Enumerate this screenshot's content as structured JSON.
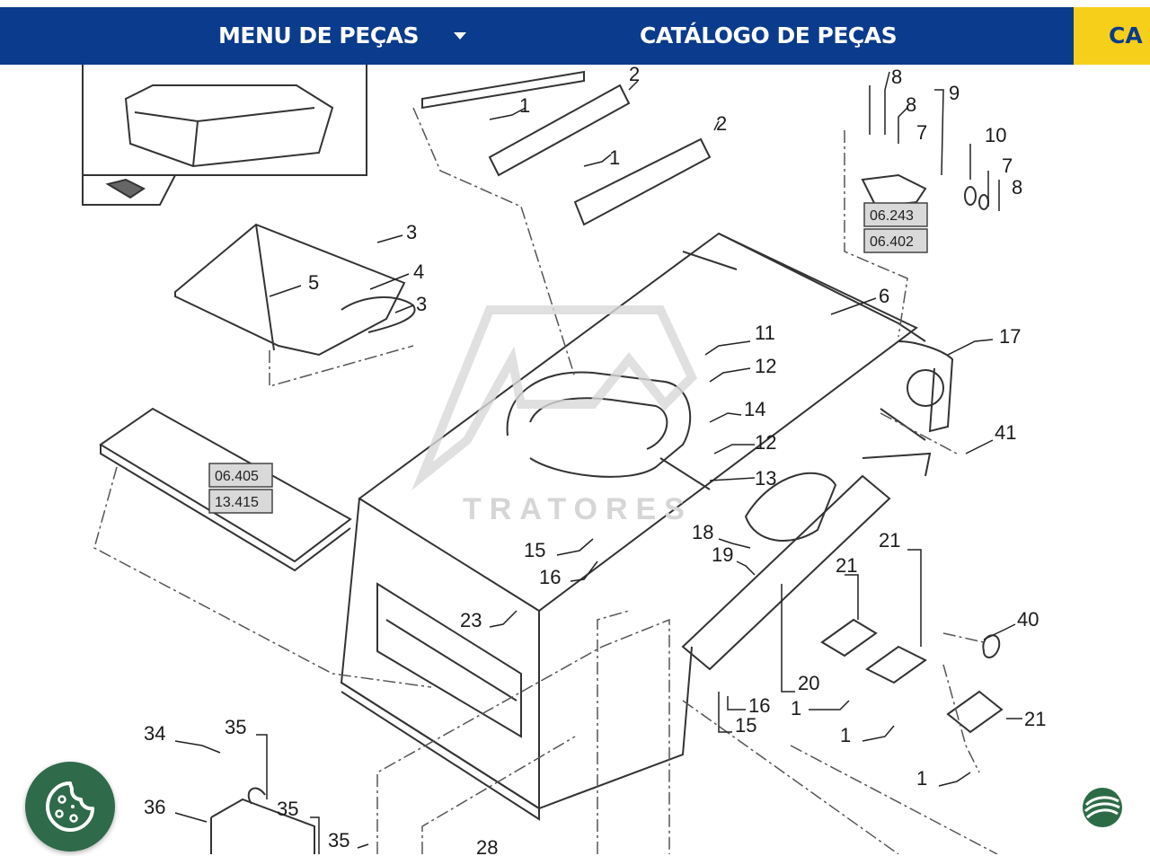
{
  "nav": {
    "menu_label": "MENU DE PEÇAS",
    "catalog_label": "CATÁLOGO DE PEÇAS",
    "cut_label": "CA",
    "caret_icon": "caret-down-icon"
  },
  "colors": {
    "nav_bg": "#0a3b8c",
    "accent_yellow": "#f6cf1a",
    "cookie_green": "#2f6a4a",
    "brand_green": "#2d6b47"
  },
  "diagram": {
    "part_labels": {
      "p1a": "1",
      "p1b": "1",
      "p2a": "2",
      "p2b": "2",
      "p3a": "3",
      "p3b": "3",
      "p4": "4",
      "p5": "5",
      "p6": "6",
      "p7a": "7",
      "p7b": "7",
      "p8a": "8",
      "p8b": "8",
      "p8c": "8",
      "p9": "9",
      "p10": "10",
      "p11": "11",
      "p12a": "12",
      "p12b": "12",
      "p13": "13",
      "p14": "14",
      "p15a": "15",
      "p15b": "15",
      "p16a": "16",
      "p16b": "16",
      "p17": "17",
      "p18": "18",
      "p19": "19",
      "p20": "20",
      "p21a": "21",
      "p21b": "21",
      "p21c": "21",
      "p23": "23",
      "p28": "28",
      "p34": "34",
      "p35a": "35",
      "p35b": "35",
      "p35c": "35",
      "p36": "36",
      "p40": "40",
      "p41": "41",
      "p1c": "1",
      "p1d": "1",
      "p1e": "1"
    },
    "ref_boxes": {
      "r1": "06.243",
      "r2": "06.402",
      "r3": "06.405",
      "r4": "13.415"
    },
    "watermark": "TRATORES"
  },
  "widgets": {
    "cookie_icon": "cookie-icon",
    "brand_icon": "brand-leaf-icon"
  }
}
